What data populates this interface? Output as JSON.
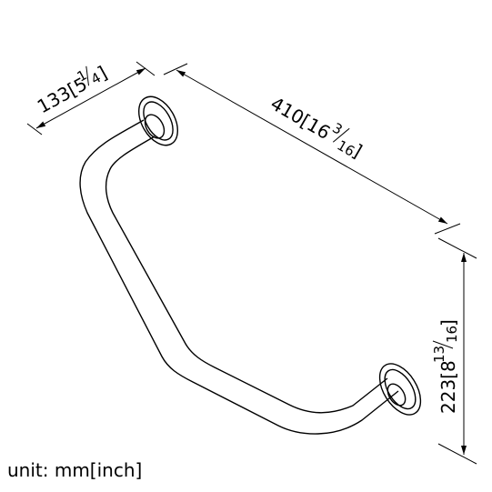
{
  "drawing": {
    "dim_width": {
      "whole": "133[5",
      "num": "1",
      "den": "4",
      "close": "]"
    },
    "dim_length": {
      "whole": "410[16",
      "num": "3",
      "den": "16",
      "close": "]"
    },
    "dim_height": {
      "whole": "223[8",
      "num": "13",
      "den": "16",
      "close": "]"
    },
    "unit_label": "unit: mm[inch]"
  }
}
